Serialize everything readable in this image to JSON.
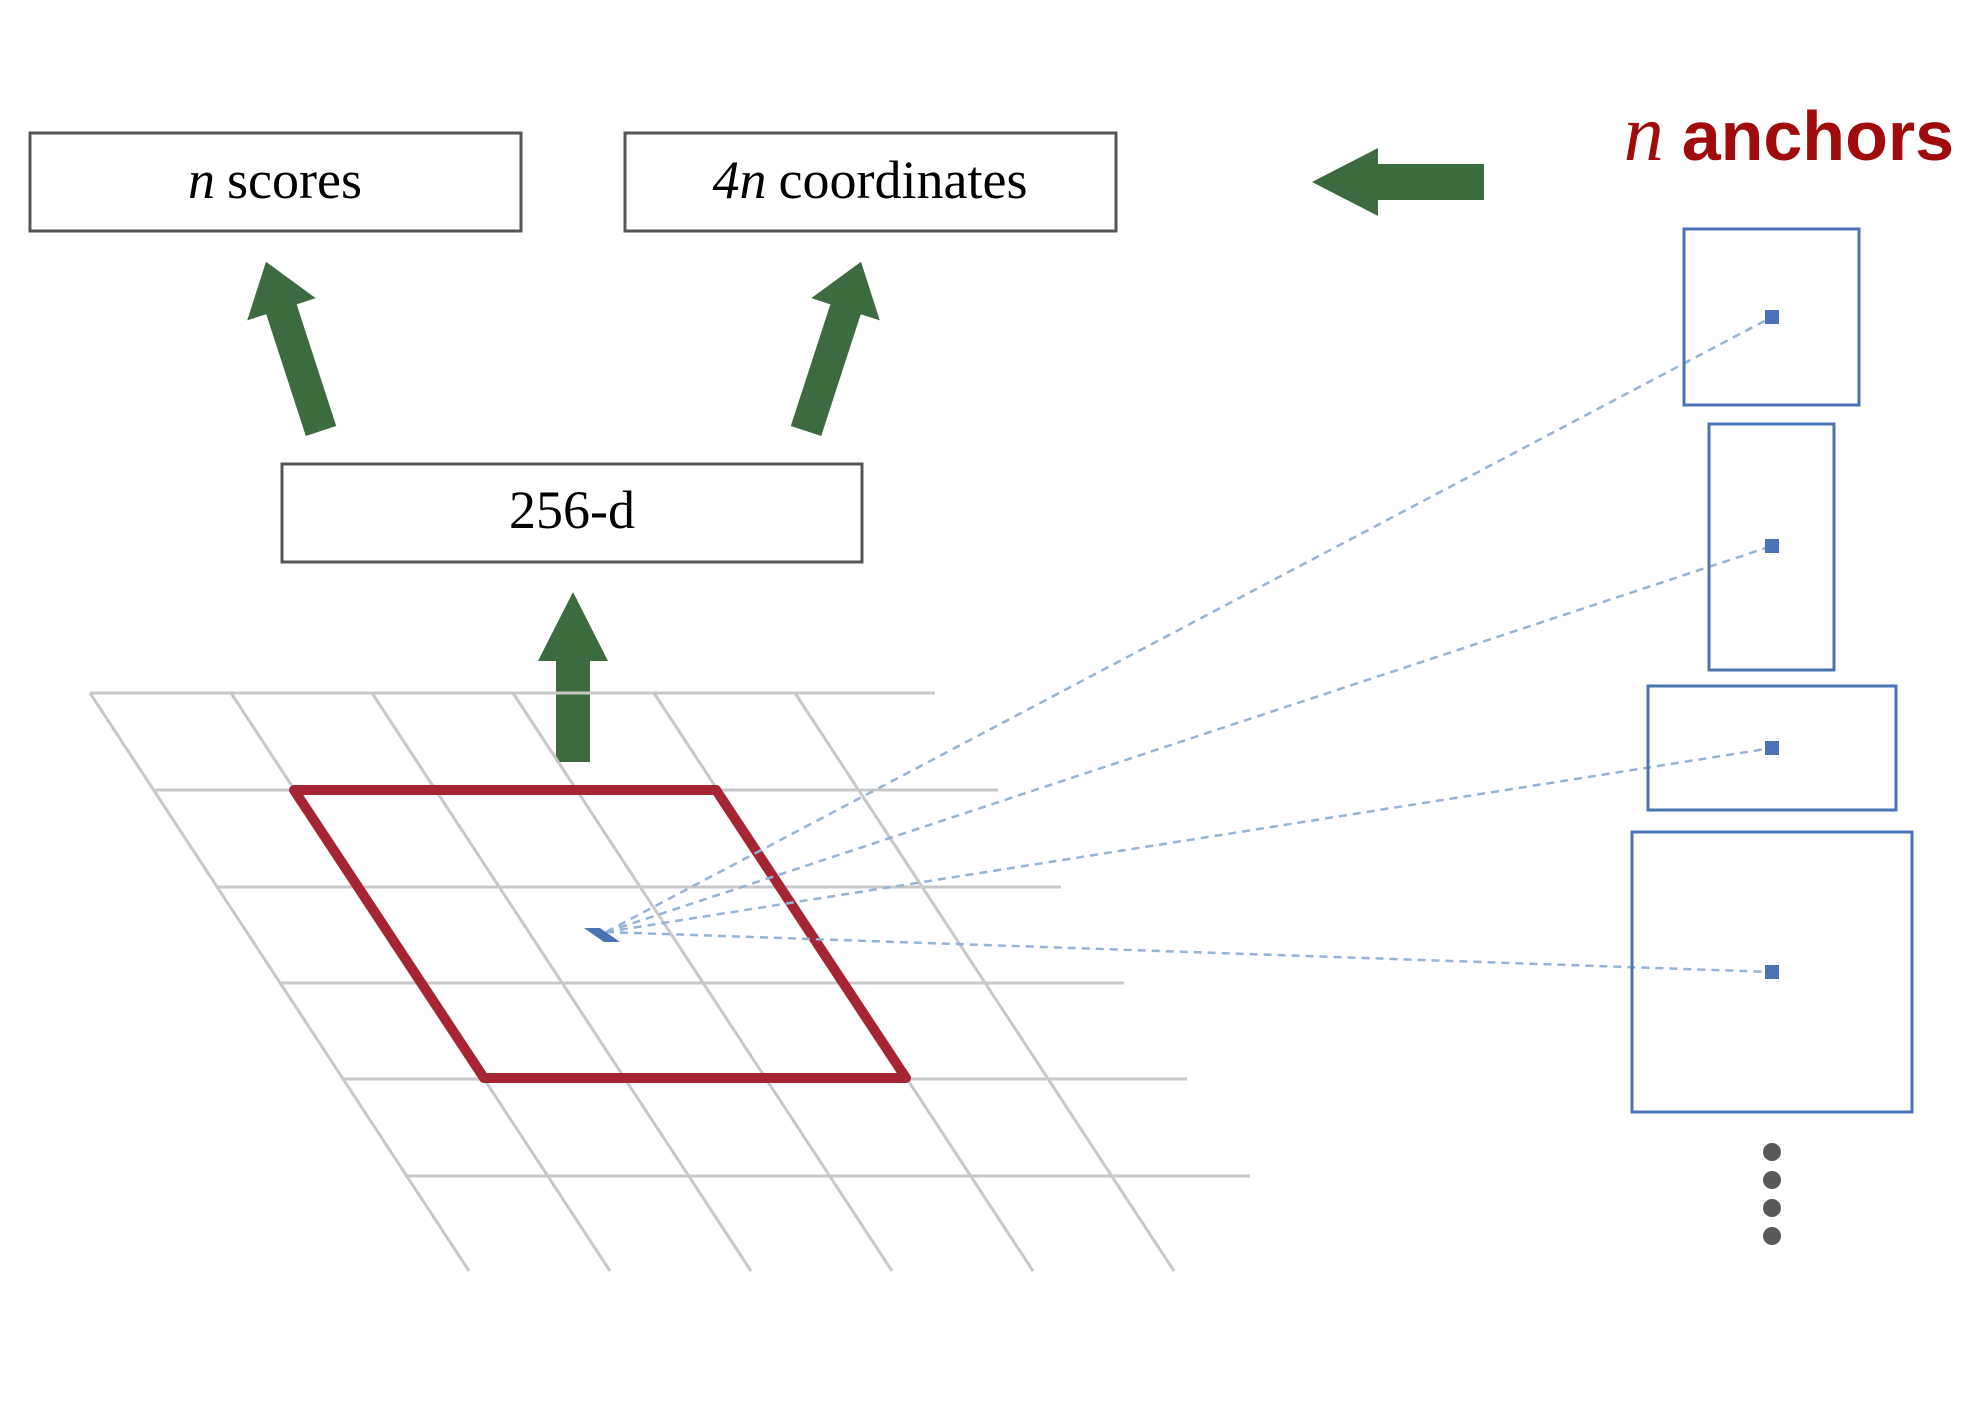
{
  "boxes": {
    "scores": {
      "italic": "n",
      "text": "scores"
    },
    "coordinates": {
      "italic": "4n",
      "text": "coordinates"
    },
    "feature": {
      "text": "256-d"
    }
  },
  "anchors_label": {
    "italic": "n",
    "bold": "anchors"
  },
  "colors": {
    "arrow": "#3d6b40",
    "window": "#a52535",
    "grid": "#c8c8c8",
    "anchor": "#4a72b5",
    "anchors_label": "#a00b0b",
    "box_border": "#555555",
    "dots": "#595959"
  },
  "icons": {
    "up_arrow": "block-arrow-up",
    "left_arrow": "block-arrow-left",
    "ellipsis": "vertical-ellipsis"
  },
  "grid": {
    "rows": 6,
    "cols": 6
  },
  "anchors": {
    "count_shown": 4,
    "ellipsis_dots": 4
  }
}
